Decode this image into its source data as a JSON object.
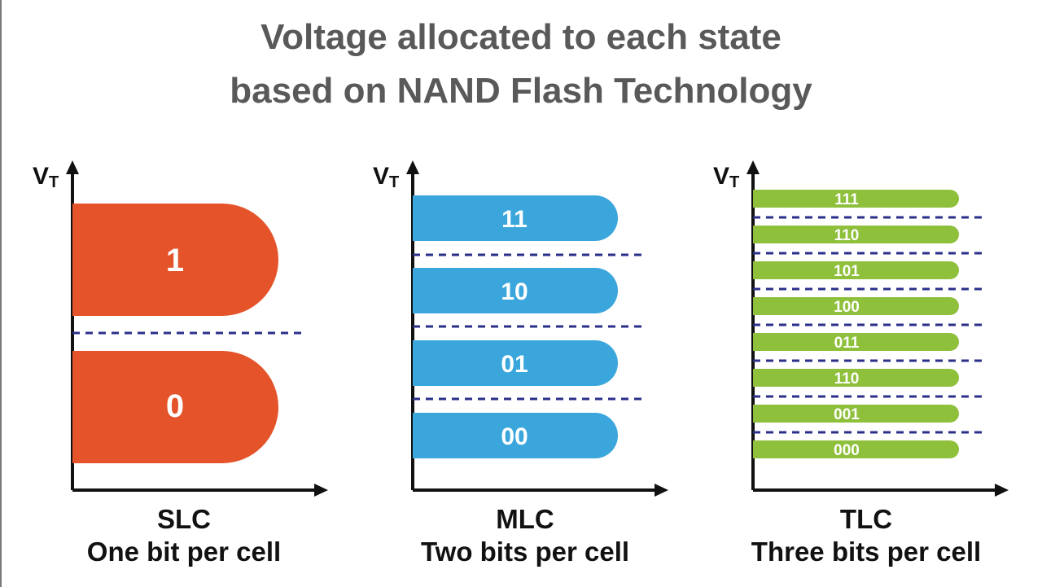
{
  "title": {
    "line1": "Voltage allocated to each state",
    "line2": "based on NAND Flash Technology"
  },
  "axis_label": {
    "main": "V",
    "sub": "T"
  },
  "colors": {
    "slc": "#e4532a",
    "mlc": "#3aa6dc",
    "tlc": "#8fc03c",
    "divider": "#2b2f8a",
    "axis": "#111111",
    "title": "#595959"
  },
  "panels": [
    {
      "id": "slc",
      "name": "SLC",
      "caption": "One bit per cell",
      "states": [
        "1",
        "0"
      ]
    },
    {
      "id": "mlc",
      "name": "MLC",
      "caption": "Two bits per cell",
      "states": [
        "11",
        "10",
        "01",
        "00"
      ]
    },
    {
      "id": "tlc",
      "name": "TLC",
      "caption": "Three bits per cell",
      "states": [
        "111",
        "110",
        "101",
        "100",
        "011",
        "110",
        "001",
        "000"
      ]
    }
  ]
}
